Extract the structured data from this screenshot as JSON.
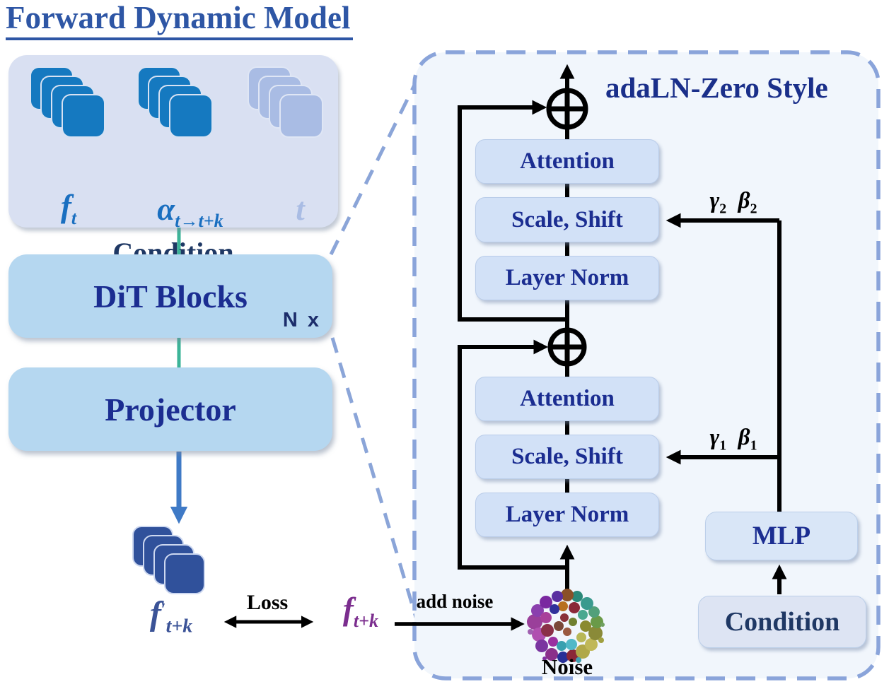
{
  "title": "Forward Dynamic Model",
  "condition_panel": {
    "label": "Condition",
    "inputs": [
      {
        "base": "f",
        "sub": "t"
      },
      {
        "base": "α",
        "sub": "t→t+k"
      },
      {
        "base": "t",
        "sub": ""
      }
    ]
  },
  "pipeline": {
    "dit": "DiT Blocks",
    "repeat": "N x",
    "projector": "Projector"
  },
  "output_feature": {
    "base": "f",
    "prime": "′",
    "sub": "t+k"
  },
  "loss": {
    "label": "Loss"
  },
  "target_feature": {
    "base": "f",
    "sub": "t+k"
  },
  "noise_flow": {
    "add_label": "add noise",
    "noise_label": "Noise"
  },
  "detail": {
    "title": "adaLN-Zero Style",
    "top_block": [
      "Attention",
      "Scale, Shift",
      "Layer Norm"
    ],
    "bottom_block": [
      "Attention",
      "Scale, Shift",
      "Layer Norm"
    ],
    "mlp": "MLP",
    "condition": "Condition",
    "mod2": {
      "s1": "γ",
      "sub1": "2",
      "s2": "β",
      "sub2": "2"
    },
    "mod1": {
      "s1": "γ",
      "sub1": "1",
      "s2": "β",
      "sub2": "1"
    }
  },
  "colors": {
    "title_blue": "#2e56a5",
    "navy_text": "#1b2d91",
    "dark_navy": "#1f3864",
    "box_blue": "#b5d7f0",
    "panel_lavender": "#d9e0f2",
    "detail_bg": "#f1f6fc",
    "dashed_border": "#8aa4da",
    "stack_blue": "#1579c0",
    "stack_light": "#a9bce4",
    "stack_navy": "#30519b",
    "math_blue": "#1a6fc0",
    "target_purple": "#7b2d8e",
    "output_slate": "#3b5397",
    "teal_connector": "#3cb498",
    "arrow_blue": "#3f7ac6"
  }
}
